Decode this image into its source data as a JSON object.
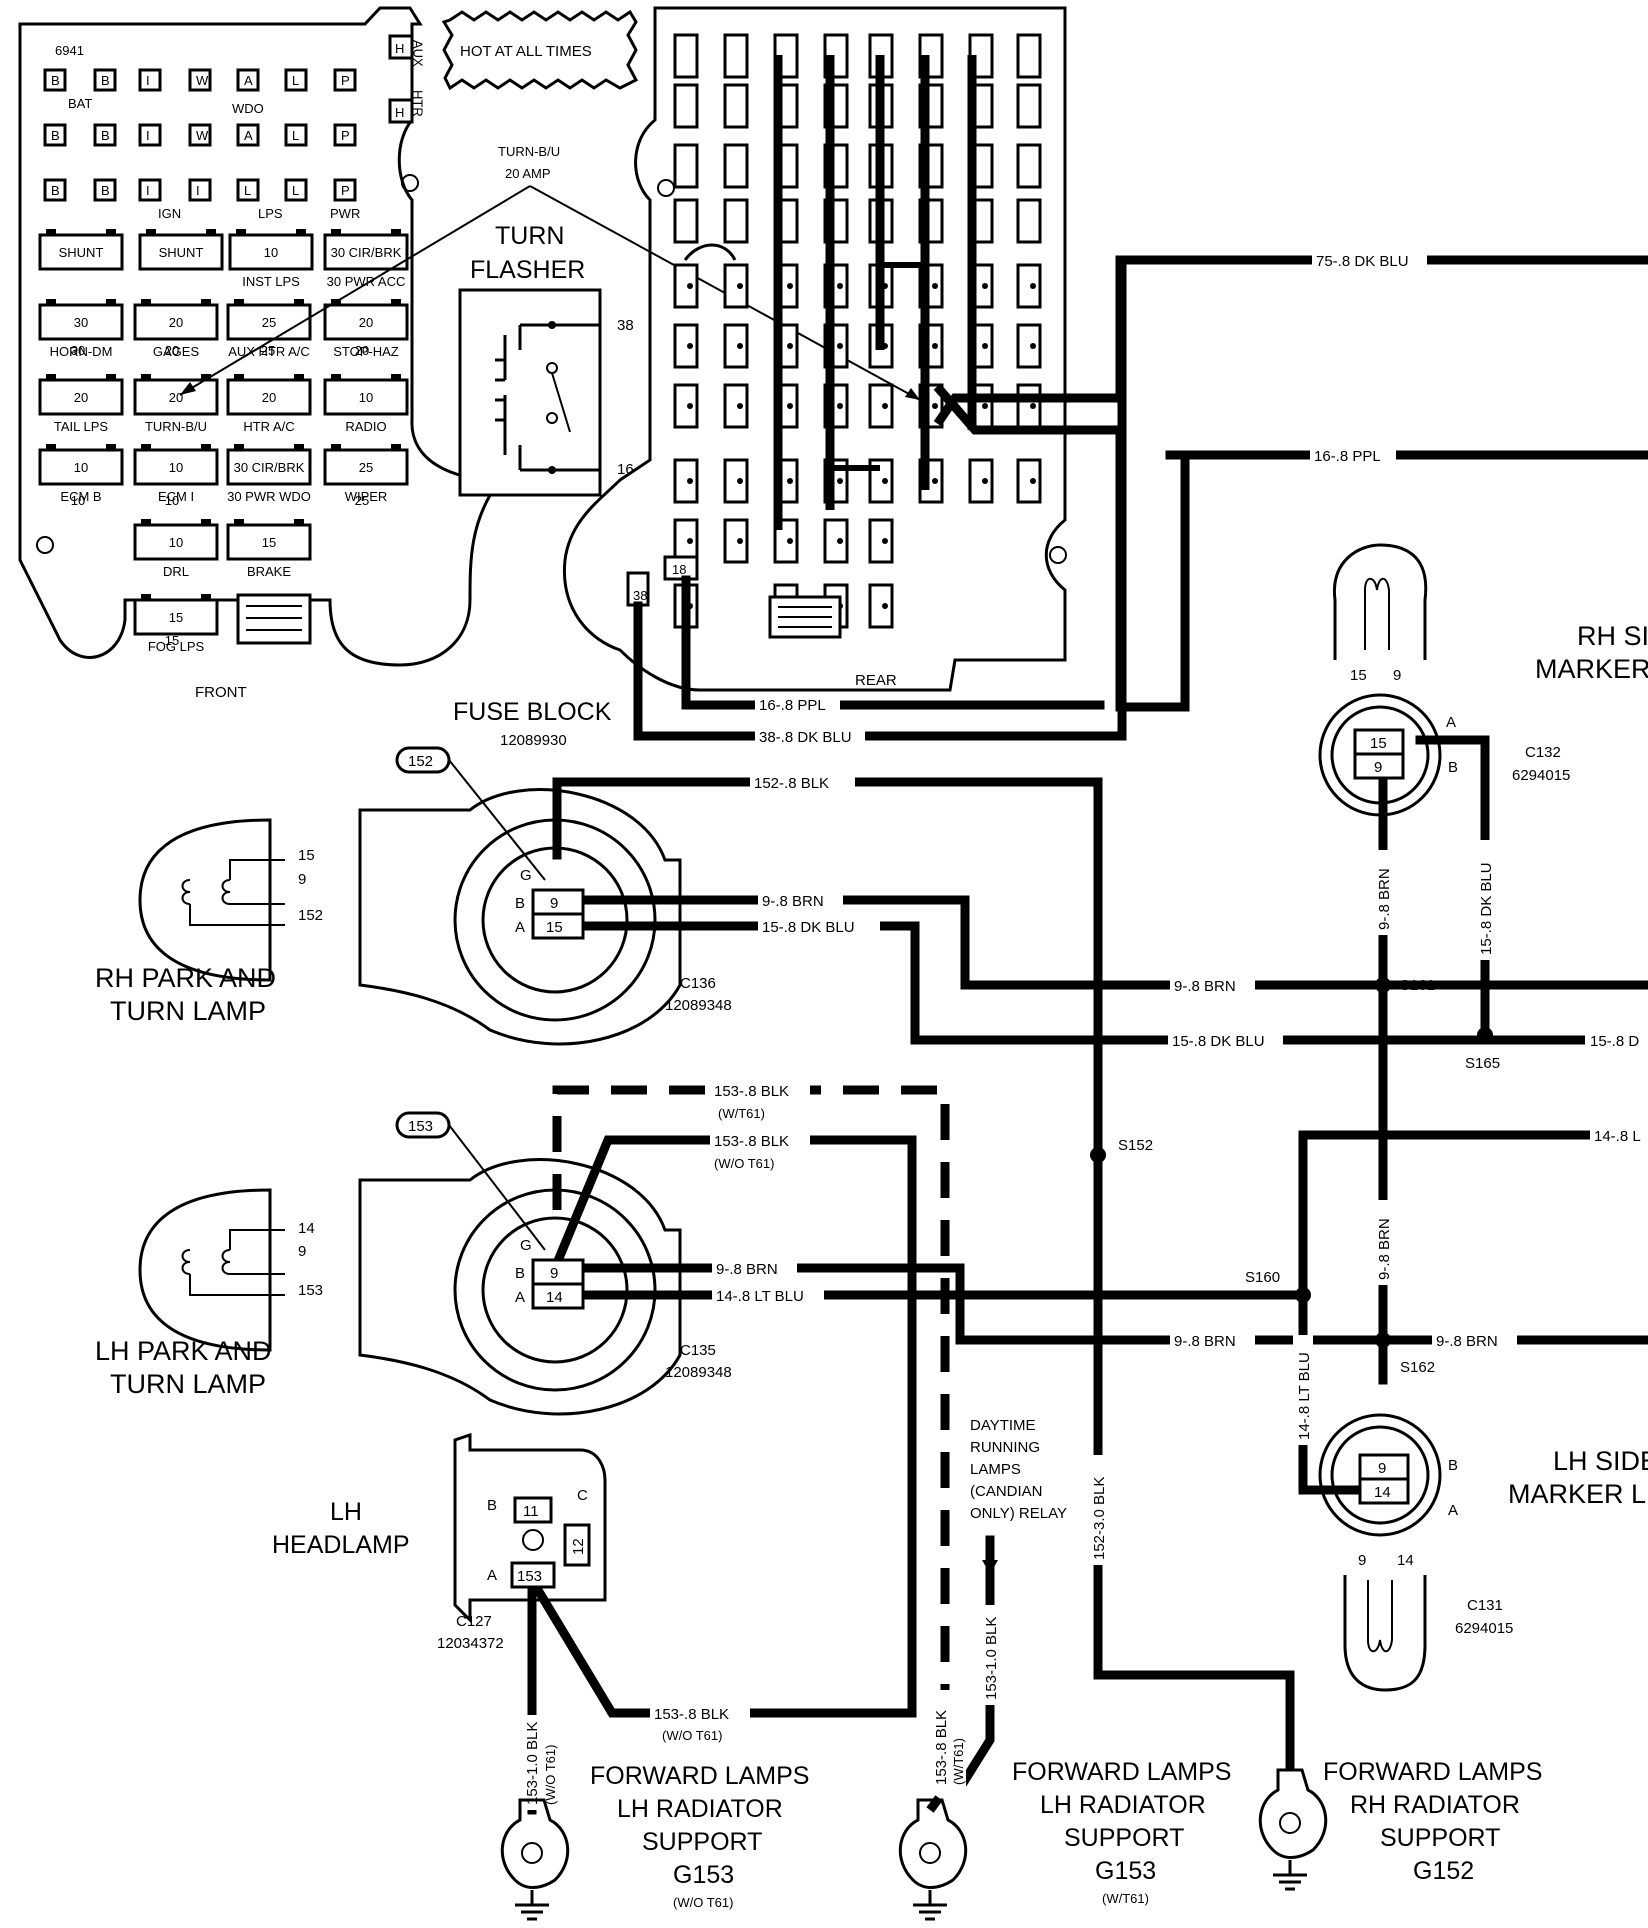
{
  "fuse_block": {
    "part_no_top": "6941",
    "title": "FUSE BLOCK",
    "part_no": "12089930",
    "front_label": "FRONT",
    "rear_label": "REAR",
    "hot_label": "HOT AT ALL TIMES",
    "aux": "AUX",
    "htr": "HTR",
    "h": "H",
    "turn_bu_callout": [
      "TURN-B/U",
      "20 AMP"
    ],
    "turn_flasher": [
      "TURN",
      "FLASHER"
    ],
    "flasher_terminals": [
      "38",
      "16"
    ],
    "rear_terminals": [
      "38",
      "18"
    ],
    "relay_letters_row1": [
      "B",
      "B",
      "I",
      "W",
      "A",
      "L",
      "P"
    ],
    "relay_letters_row2": [
      "B",
      "B",
      "I",
      "W",
      "A",
      "L",
      "P"
    ],
    "relay_letters_row3": [
      "B",
      "B",
      "I",
      "I",
      "L",
      "L",
      "P"
    ],
    "group_labels": [
      "BAT",
      "WDO",
      "IGN",
      "LPS",
      "PWR"
    ],
    "fuses": [
      {
        "value": "SHUNT",
        "label": ""
      },
      {
        "value": "SHUNT",
        "label": ""
      },
      {
        "value": "10",
        "label": "INST LPS"
      },
      {
        "value": "30 CIR/BRK",
        "label": "30 PWR ACC"
      },
      {
        "value": "30",
        "label": "HORN-DM"
      },
      {
        "value": "20",
        "label": "GAGES"
      },
      {
        "value": "25",
        "label": "AUX HTR A/C"
      },
      {
        "value": "20",
        "label": "STOP-HAZ"
      },
      {
        "value": "20",
        "label": "TAIL LPS"
      },
      {
        "value": "20",
        "label": "TURN-B/U"
      },
      {
        "value": "20",
        "label": "HTR A/C"
      },
      {
        "value": "10",
        "label": "RADIO"
      },
      {
        "value": "10",
        "label": "ECM B"
      },
      {
        "value": "10",
        "label": "ECM I"
      },
      {
        "value": "30 CIR/BRK",
        "label": "30 PWR WDO"
      },
      {
        "value": "25",
        "label": "WIPER"
      },
      {
        "value": "10",
        "label": "DRL"
      },
      {
        "value": "15",
        "label": "BRAKE"
      },
      {
        "value": "15",
        "label": "FOG LPS"
      }
    ],
    "under_values": [
      "30",
      "20",
      "25",
      "20",
      "10",
      "10",
      "25",
      "15"
    ]
  },
  "wires": {
    "w75": "75-.8 DK BLU",
    "w16_top": "16-.8 PPL",
    "w16_block": "16-.8 PPL",
    "w38": "38-.8 DK BLU",
    "w152": "152-.8 BLK",
    "w9_rh": "9-.8 BRN",
    "w15_rh": "15-.8 DK BLU",
    "w9_s161": "9-.8 BRN",
    "w15_s165": "15-.8 DK BLU",
    "w15_right": "15-.8 D",
    "w9_vert_top": "9-.8 BRN",
    "w15_vert": "15-.8 DK BLU",
    "w153_wt61": "153-.8 BLK",
    "wt61": "(W/T61)",
    "w153_wot61": "153-.8 BLK",
    "wot61": "(W/O T61)",
    "w14_right": "14-.8 L",
    "w9_vert_bottom": "9-.8 BRN",
    "w9_lh": "9-.8 BRN",
    "w14_lh": "14-.8 LT BLU",
    "w9_s162_left": "9-.8 BRN",
    "w9_s162_right": "9-.8 BRN",
    "w14_vert": "14-.8 LT BLU",
    "w152_30": "152-3.0 BLK",
    "w153_10": "153-1.0 BLK",
    "w153_10b": "153-1.0 BLK",
    "w153_wot61_b": "(W/O T61)",
    "w153_bottom": "153-.8 BLK",
    "w153_bottom_sub": "(W/O T61)",
    "w153_8_wt61": "153-.8 BLK",
    "w153_8_wt61_sub": "(W/T61)"
  },
  "splices": [
    "S161",
    "S165",
    "S152",
    "S160",
    "S162"
  ],
  "components": {
    "rh_park": {
      "name": [
        "RH PARK AND",
        "TURN LAMP"
      ],
      "connector": "C136",
      "part": "12089348",
      "pins": [
        "15",
        "9",
        "152"
      ],
      "callout": "152",
      "cavities": [
        "G",
        "B",
        "A"
      ],
      "cavity_values": [
        "9",
        "15"
      ]
    },
    "lh_park": {
      "name": [
        "LH PARK AND",
        "TURN LAMP"
      ],
      "connector": "C135",
      "part": "12089348",
      "pins": [
        "14",
        "9",
        "153"
      ],
      "callout": "153",
      "cavities": [
        "G",
        "B",
        "A"
      ],
      "cavity_values": [
        "9",
        "14"
      ]
    },
    "lh_headlamp": {
      "name": [
        "LH",
        "HEADLAMP"
      ],
      "connector": "C127",
      "part": "12034372",
      "cavities": [
        "B",
        "C",
        "A"
      ],
      "values": [
        "11",
        "12",
        "153"
      ]
    },
    "rh_side": {
      "name": [
        "RH SI",
        "MARKER"
      ],
      "connector": "C132",
      "part": "6294015",
      "pins": [
        "15",
        "9"
      ],
      "cavities": [
        "A",
        "B"
      ],
      "values": [
        "15",
        "9"
      ]
    },
    "lh_side": {
      "name": [
        "LH SIDE",
        "MARKER L"
      ],
      "connector": "C131",
      "part": "6294015",
      "pins": [
        "9",
        "14"
      ],
      "cavities": [
        "B",
        "A"
      ],
      "values": [
        "9",
        "14"
      ]
    },
    "drl_relay": [
      "DAYTIME",
      "RUNNING",
      "LAMPS",
      "(CANDIAN",
      "ONLY) RELAY"
    ]
  },
  "grounds": [
    {
      "lines": [
        "FORWARD LAMPS",
        "LH RADIATOR",
        "SUPPORT",
        "G153"
      ],
      "sub": "(W/O T61)"
    },
    {
      "lines": [
        "FORWARD LAMPS",
        "LH RADIATOR",
        "SUPPORT",
        "G153"
      ],
      "sub": "(W/T61)"
    },
    {
      "lines": [
        "FORWARD LAMPS",
        "RH RADIATOR",
        "SUPPORT",
        "G152"
      ],
      "sub": ""
    }
  ]
}
